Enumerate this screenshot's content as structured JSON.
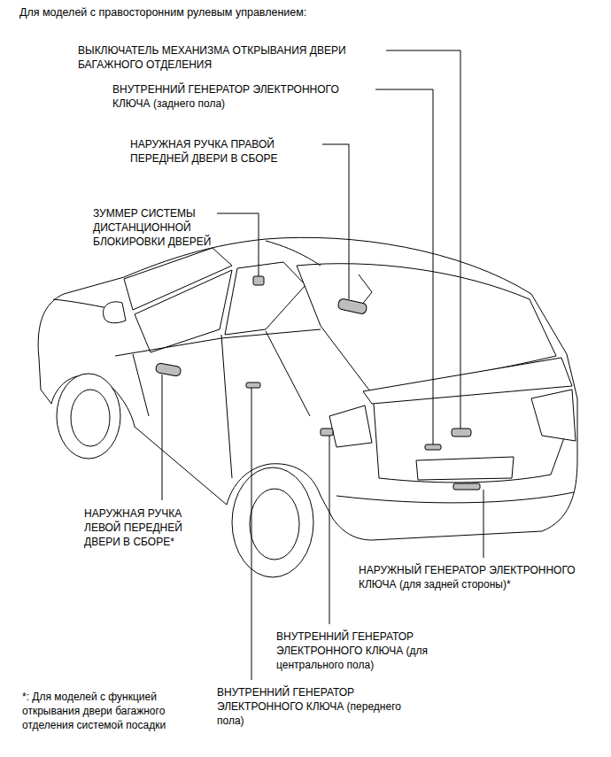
{
  "diagram": {
    "title": "Для моделей с правосторонним рулевым управлением:",
    "labels": [
      "ВЫКЛЮЧАТЕЛЬ МЕХАНИЗМА ОТКРЫВАНИЯ ДВЕРИ БАГАЖНОГО ОТДЕЛЕНИЯ",
      "ВНУТРЕННИЙ ГЕНЕРАТОР ЭЛЕКТРОННОГО КЛЮЧА (заднего пола)",
      "НАРУЖНАЯ РУЧКА ПРАВОЙ ПЕРЕДНЕЙ ДВЕРИ В СБОРЕ",
      "ЗУММЕР СИСТЕМЫ ДИСТАНЦИОННОЙ БЛОКИРОВКИ ДВЕРЕЙ",
      "НАРУЖНАЯ РУЧКА ЛЕВОЙ ПЕРЕДНЕЙ ДВЕРИ В СБОРЕ*",
      "НАРУЖНЫЙ ГЕНЕРАТОР ЭЛЕКТРОННОГО КЛЮЧА (для задней стороны)*",
      "ВНУТРЕННИЙ ГЕНЕРАТОР ЭЛЕКТРОННОГО КЛЮЧА (для центрального пола)",
      "*: Для моделей с функцией открывания двери багажного отделения системой посадки",
      "ВНУТРЕННИЙ ГЕНЕРАТОР ЭЛЕКТРОННОГО КЛЮЧА (переднего пола)"
    ]
  }
}
